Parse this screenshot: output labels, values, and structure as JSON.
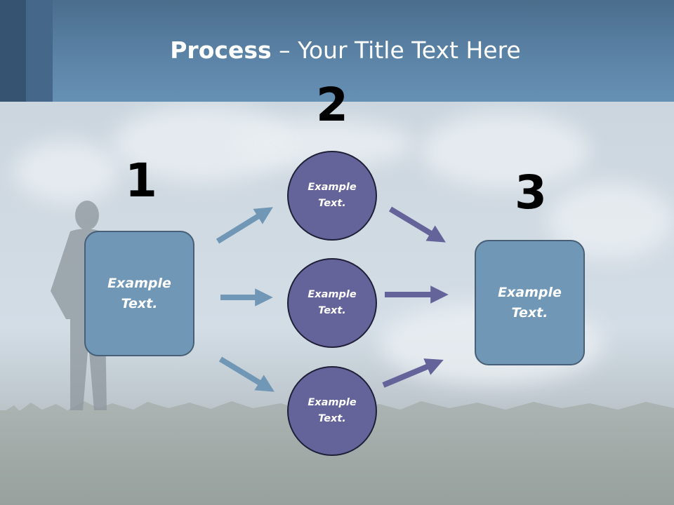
{
  "slide": {
    "title_bold": "Process",
    "title_rest": " – Your Title Text Here"
  },
  "diagram": {
    "step_numbers": [
      "1",
      "2",
      "3"
    ],
    "left_box": {
      "line1": "Example",
      "line2": "Text."
    },
    "circles": [
      {
        "line1": "Example",
        "line2": "Text."
      },
      {
        "line1": "Example",
        "line2": "Text."
      },
      {
        "line1": "Example",
        "line2": "Text."
      }
    ],
    "right_box": {
      "line1": "Example",
      "line2": "Text."
    }
  },
  "colors": {
    "header": "#5b83a6",
    "box_fill": "#7097b6",
    "circle_fill": "#64649a",
    "arrow_blue": "#7097b6",
    "arrow_purple": "#64649a"
  }
}
